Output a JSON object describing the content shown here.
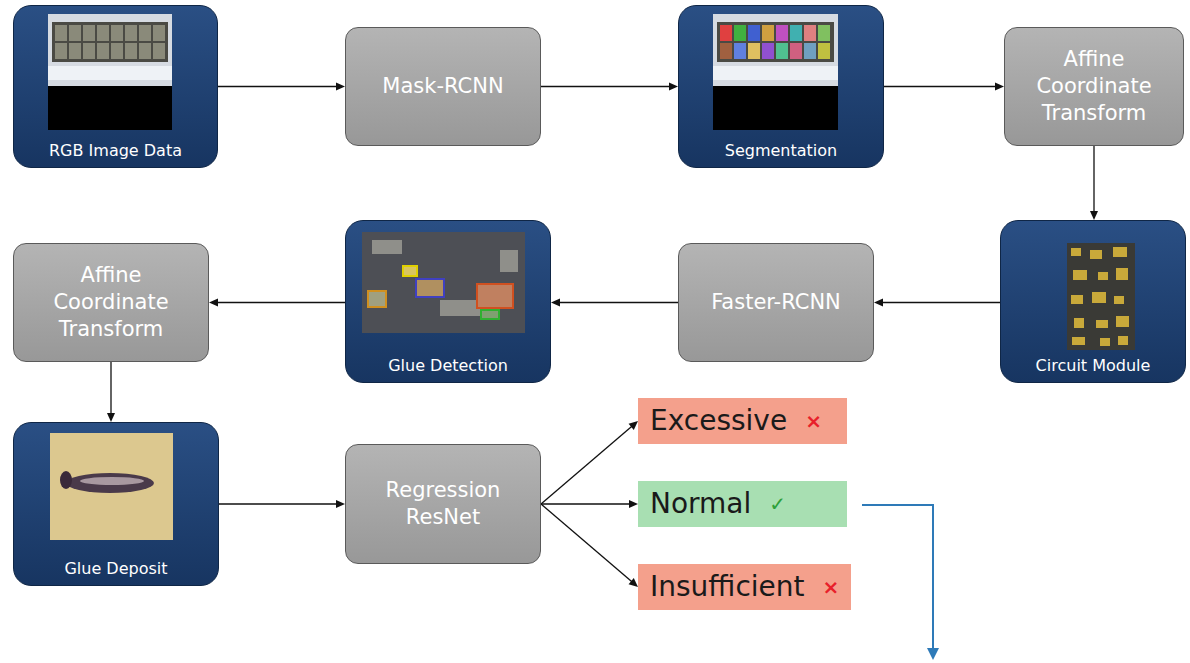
{
  "diagram": {
    "nodes": [
      {
        "text": [
          "RGB Image Data"
        ]
      },
      {
        "text": [
          "Mask-RCNN"
        ]
      },
      {
        "text": [
          "Segmentation"
        ]
      },
      {
        "text": [
          "Affine Coordinate Transform"
        ]
      },
      {
        "text": [
          "Circuit Module"
        ]
      },
      {
        "text": [
          "Faster-RCNN"
        ]
      },
      {
        "text": [
          "Glue Detection"
        ]
      },
      {
        "text": [
          "Affine Coordinate Transform"
        ]
      },
      {
        "text": [
          "Glue Deposit"
        ]
      },
      {
        "text": [
          "Regression ResNet"
        ]
      },
      {
        "text": [
          "Excessive",
          "×"
        ]
      },
      {
        "text": [
          "Normal",
          "✓"
        ]
      },
      {
        "text": [
          "Insufficient",
          "×"
        ]
      }
    ],
    "edges": [
      {
        "from": 0,
        "to": 1,
        "arrow": "to"
      },
      {
        "from": 1,
        "to": 2,
        "arrow": "to"
      },
      {
        "from": 2,
        "to": 3,
        "arrow": "to"
      },
      {
        "from": 3,
        "to": 4,
        "arrow": "to"
      },
      {
        "from": 4,
        "to": 5,
        "arrow": "to"
      },
      {
        "from": 5,
        "to": 6,
        "arrow": "to"
      },
      {
        "from": 6,
        "to": 7,
        "arrow": "to"
      },
      {
        "from": 7,
        "to": 8,
        "arrow": "to"
      },
      {
        "from": 8,
        "to": 9,
        "arrow": "to"
      },
      {
        "from": 9,
        "to": 10,
        "arrow": "to"
      },
      {
        "from": 9,
        "to": 11,
        "arrow": "to"
      },
      {
        "from": 9,
        "to": 12,
        "arrow": "to"
      }
    ]
  }
}
